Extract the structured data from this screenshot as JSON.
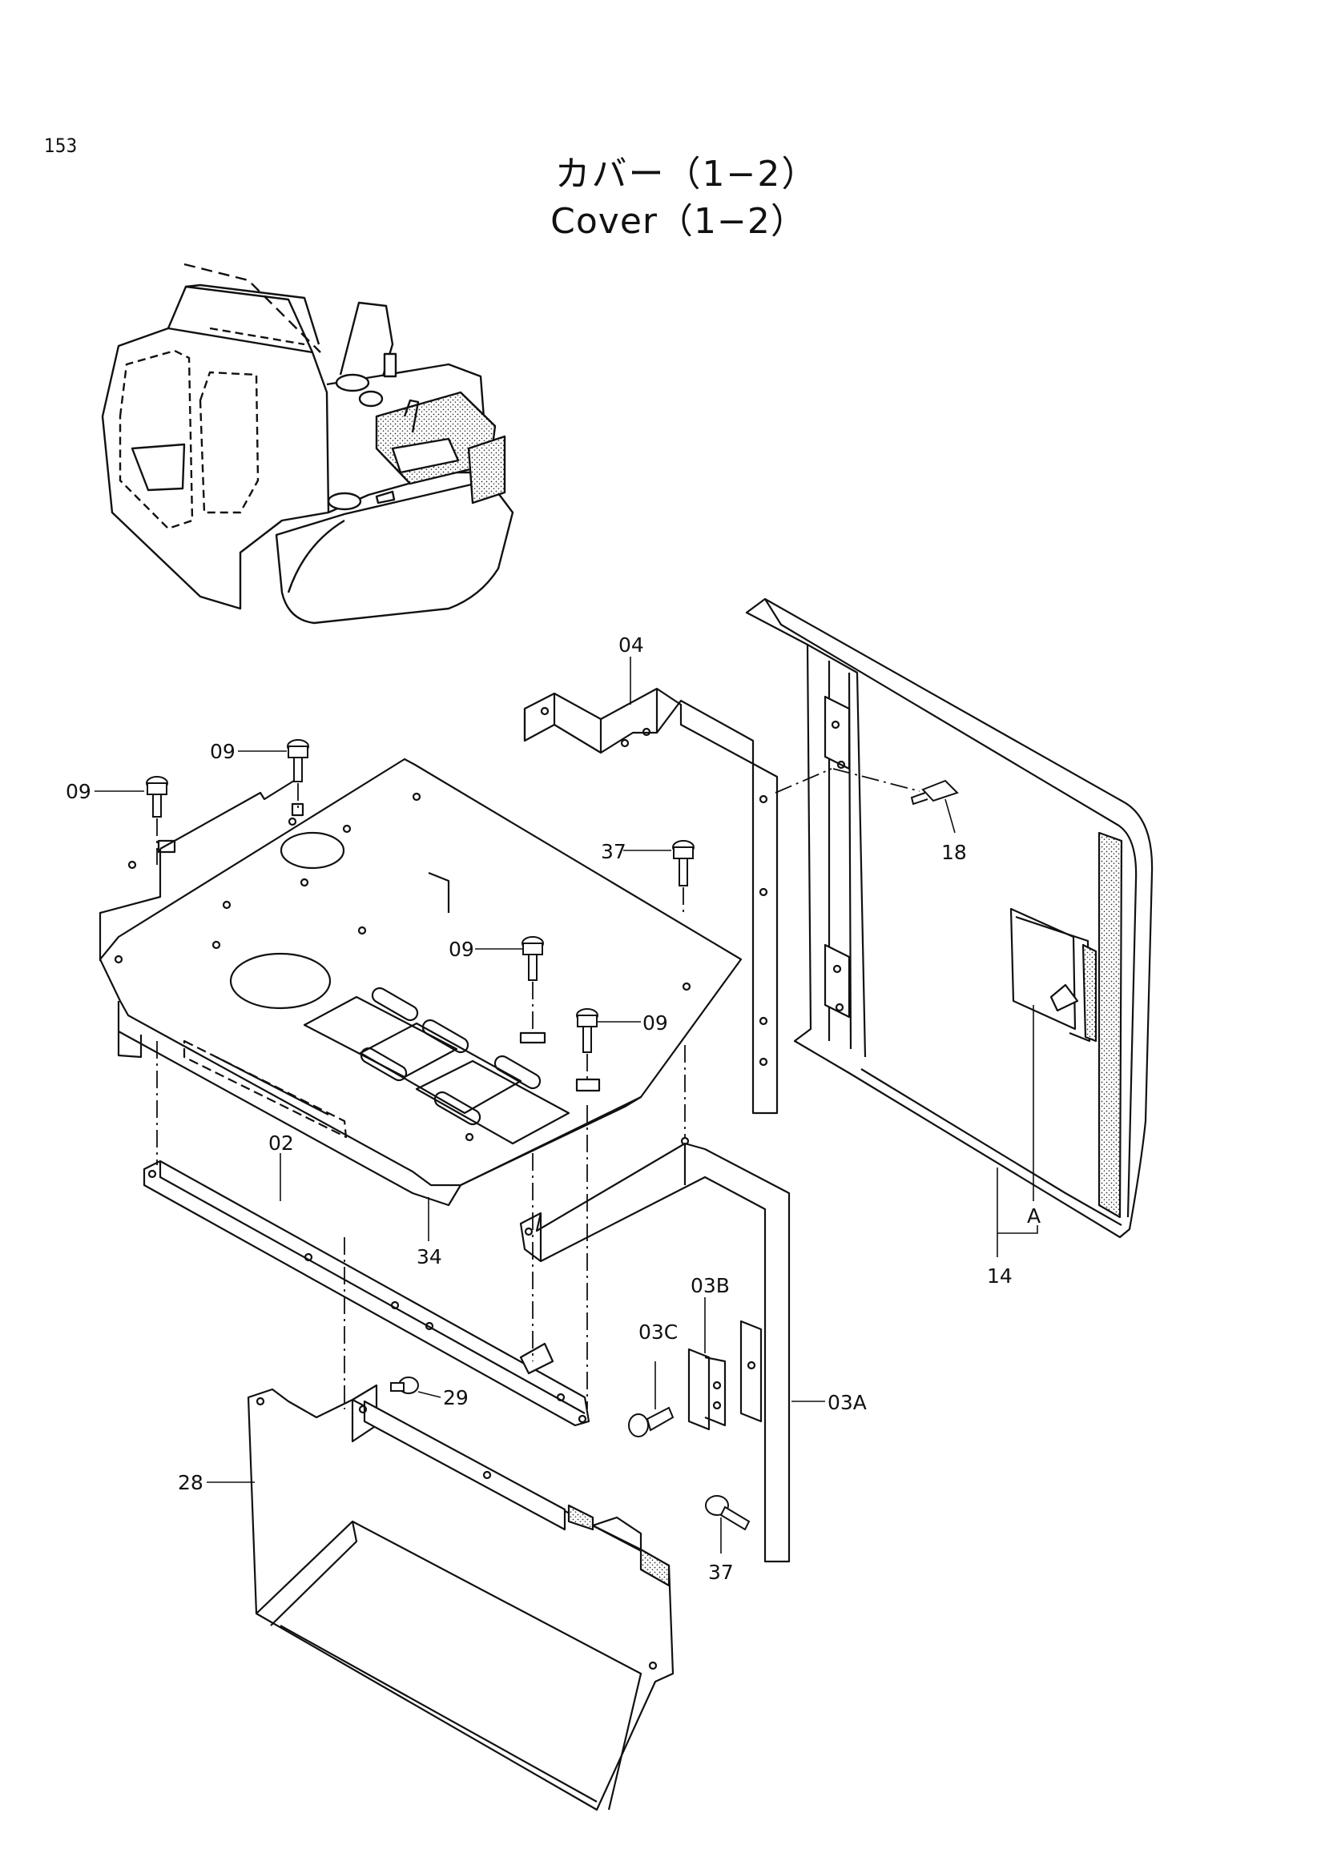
{
  "page_number": "153",
  "title": {
    "japanese": "カバー（1−2）",
    "english": "Cover（1−2）"
  },
  "callouts": {
    "p04": "04",
    "p09a": "09",
    "p09b": "09",
    "p09c": "09",
    "p09d": "09",
    "p37a": "37",
    "p18": "18",
    "p02": "02",
    "p34": "34",
    "p03B": "03B",
    "p03C": "03C",
    "p03A": "03A",
    "p29": "29",
    "p28": "28",
    "p37b": "37",
    "pA": "A",
    "p14": "14"
  }
}
